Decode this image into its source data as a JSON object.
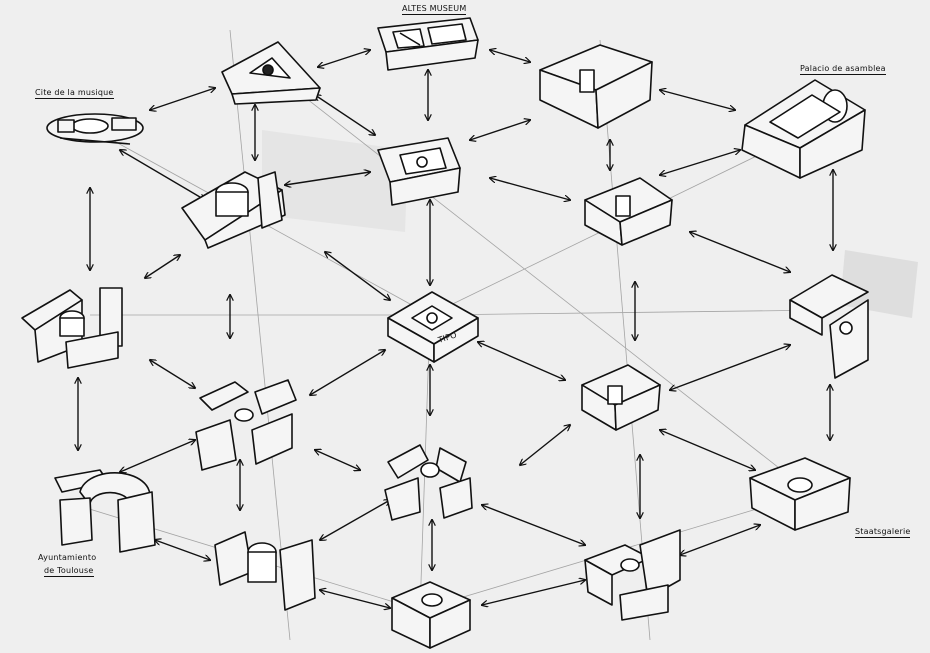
{
  "labels": {
    "top": "ALTES MUSEUM",
    "top_left": "Cite de la musique",
    "top_right": "Palacio de asamblea",
    "center": "TIPO",
    "bottom_left_line1": "Ayuntamiento",
    "bottom_left_line2": "de Toulouse",
    "right": "Staatsgalerie"
  },
  "colors": {
    "ink": "#111111",
    "paper": "#ececec",
    "guide": "#9a9a9a"
  }
}
